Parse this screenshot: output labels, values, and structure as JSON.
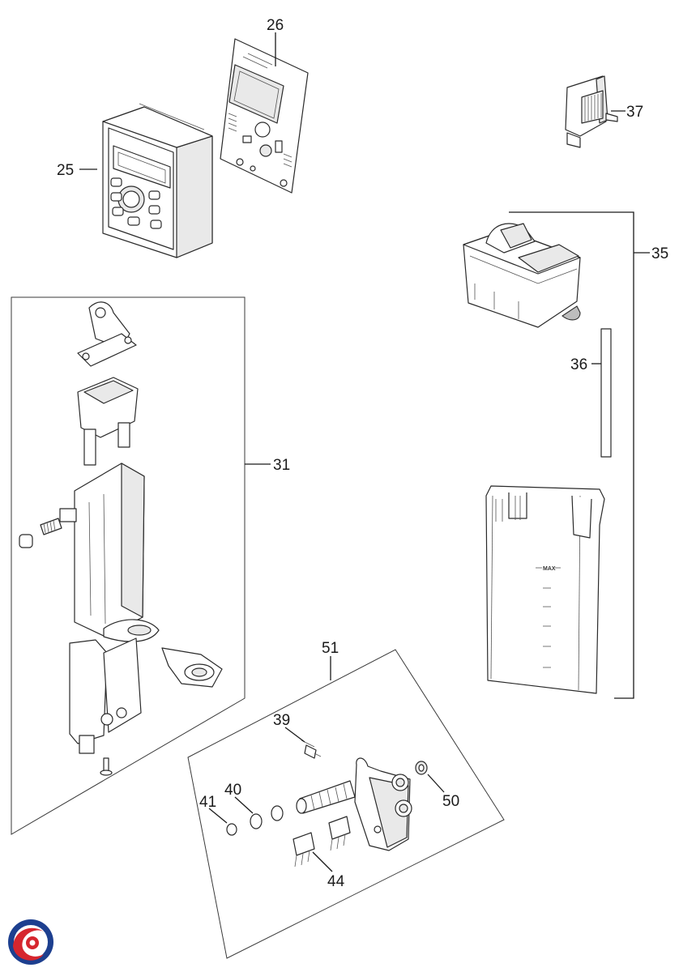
{
  "diagram": {
    "callouts": {
      "c25": "25",
      "c26": "26",
      "c31": "31",
      "c35": "35",
      "c36": "36",
      "c37": "37",
      "c39": "39",
      "c40": "40",
      "c41": "41",
      "c44": "44",
      "c50": "50",
      "c51": "51"
    },
    "tank_mark": "MAX",
    "logo": {
      "colors": {
        "blue": "#1d3f8f",
        "red": "#d6262e"
      }
    }
  }
}
